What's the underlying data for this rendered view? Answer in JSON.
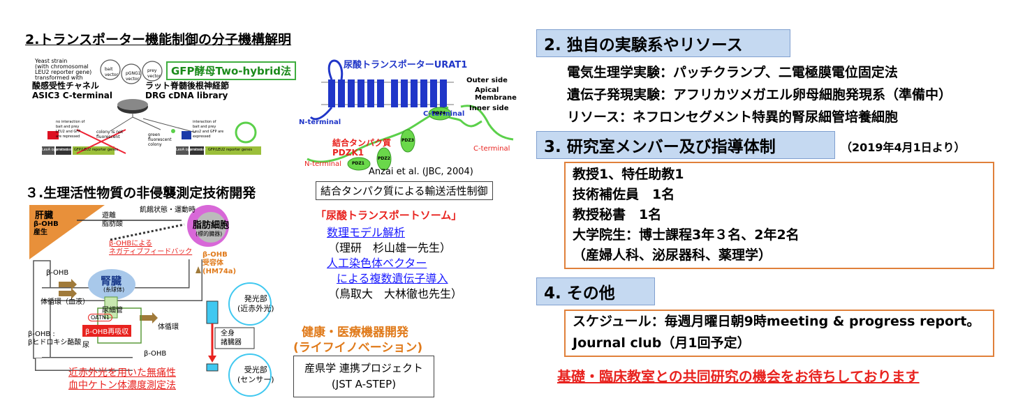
{
  "left": {
    "section2_title": "2.トランスポーター機能制御の分子機構解明",
    "y2h": {
      "top_small": "Yeast strain\n(with chromosomal\nLEU2 reporter gene)\ntransformed with",
      "bait_vector": "bait\nvector",
      "pgngg_vector": "pGNG1\nvector",
      "prey_vector": "prey\nvector",
      "gfp_label": "GFP酵母Two-hybrid法",
      "asic_jp": "酸感受性チャネル",
      "asic_en": "ASIC3 C-terminal",
      "drg_jp": "ラット脊髄後根神経節",
      "drg_en": "DRG cDNA library",
      "no_interaction_left": "no interaction of\nbait and prey\nLEU2 and GFP\nare repressed",
      "colony_not": "colony is not\nfluorescent",
      "green_colony": "green\nfluorescent\ncolony",
      "interaction_right": "interaction of\nbait and prey\nLeu2 and GFP are\nexpressed",
      "leua_left": "LexA operators",
      "promoter_left": "promoter",
      "gfp_reporter_left": "GFP/LEU2 reporter genes",
      "leua_right": "LexA operators",
      "promoter_right": "promoter",
      "gfp_reporter_right": "GFP/LEU2 reporter genes"
    },
    "urat": {
      "title": "尿酸トランスポーターURAT1",
      "outer": "Outer side",
      "apical": "Apical\nMembrane",
      "inner": "Inner side",
      "n_terminal": "N-terminal",
      "c_terminal": "C-terminal",
      "pdzk_jp": "結合タンパク質",
      "pdzk_en": "PDZK1",
      "c_terminal2": "C-terminal",
      "n_terminal2": "N-terminal",
      "pdz1": "PDZ1",
      "pdz2": "PDZ2",
      "pdz3": "PDZ3",
      "pdz4": "PDZ4",
      "citation": "Anzai et al. (JBC, 2004)"
    },
    "section3_title": "３.生理活性物質の非侵襲測定技術開発",
    "binding_box": "結合タンパク質による輸送活性制御",
    "body": {
      "liver": "肝臓",
      "liver_sub": "β-OHB\n産生",
      "free_fa": "遊離\n脂肪酸",
      "starve": "飢餓状態・運動時",
      "fat": "脂肪細胞",
      "fat_sub": "(標的臓器)",
      "negfb": "β-OHBによる\nネガティブフィードバック",
      "receptor": "β-OHB\n受容体\n(HM74a)",
      "bohb_flow": "β-OHB",
      "kidney": "腎臓",
      "kidney_sub": "(糸球体)",
      "tubule": "尿細管",
      "oatn": "OATN1",
      "circ_blood": "体循環（血液）",
      "circ": "体循環",
      "reabs": "β-OHB再吸収",
      "urine": "尿",
      "bohb_bottom": "β-OHB",
      "bohb_def": "β-OHB :\nβヒドロキシ酪酸",
      "emit": "発光部\n(近赤外光)",
      "organ": "全身\n諸臓器",
      "recv": "受光部\n(センサー)",
      "nir_method": "近赤外光を用いた無痛性\n血中ケトン体濃度測定法"
    },
    "uric": {
      "title": "「尿酸トランスポートソーム」",
      "model": "数理モデル解析",
      "riken": "（理研　杉山雄一先生）",
      "artificial1": "人工染色体ベクター",
      "artificial2": "による複数遺伝子導入",
      "tottori": "（鳥取大　大林徹也先生）"
    },
    "health": {
      "title": "健康・医療機器開発",
      "sub": "(ライフイノベーション)",
      "project": "産県学 連携プロジェクト",
      "jst": "(JST A-STEP)"
    }
  },
  "right": {
    "sec2": {
      "header": "2. 独自の実験系やリソース",
      "lines": [
        "電気生理学実験：パッチクランプ、二電極膜電位固定法",
        "遺伝子発現実験：アフリカツメガエル卵母細胞発現系（準備中）",
        "リソース：ネフロンセグメント特異的腎尿細管培養細胞"
      ]
    },
    "sec3": {
      "header": "3. 研究室メンバー及び指導体制",
      "date": "（2019年4月1日より）",
      "lines": [
        "教授1、特任助教1",
        "技術補佐員　1名",
        "教授秘書　1名",
        "大学院生：博士課程3年３名、2年2名",
        "（産婦人科、泌尿器科、薬理学）"
      ]
    },
    "sec4": {
      "header": "4. その他",
      "lines": [
        "スケジュール：毎週月曜日朝9時meeting & progress report。",
        "Journal club（月1回予定）"
      ]
    },
    "footer": "基礎・臨床教室との共同研究の機会をお待ちしております"
  }
}
